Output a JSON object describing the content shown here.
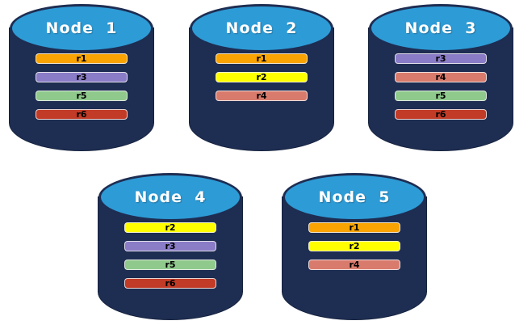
{
  "palette": {
    "background": "#FFFFFF",
    "cylinder_body": "#1E2D52",
    "cylinder_top_fill": "#2D9BD6",
    "cylinder_rim": "#1E2D52",
    "title_text": "#FFFFFF",
    "bar_text": "#000000",
    "bar_border": "#F0F0F0"
  },
  "replica_colors": {
    "r1": "#F9A402",
    "r2": "#FFFF00",
    "r3": "#8A7CC6",
    "r4": "#D97B6C",
    "r5": "#8FCA8C",
    "r6": "#C23B26"
  },
  "nodes": [
    {
      "title": "Node  1",
      "replicas": [
        {
          "label": "r1",
          "color": "#F9A402"
        },
        {
          "label": "r3",
          "color": "#8A7CC6"
        },
        {
          "label": "r5",
          "color": "#8FCA8C"
        },
        {
          "label": "r6",
          "color": "#C23B26"
        }
      ]
    },
    {
      "title": "Node  2",
      "replicas": [
        {
          "label": "r1",
          "color": "#F9A402"
        },
        {
          "label": "r2",
          "color": "#FFFF00"
        },
        {
          "label": "r4",
          "color": "#D97B6C"
        }
      ]
    },
    {
      "title": "Node  3",
      "replicas": [
        {
          "label": "r3",
          "color": "#8A7CC6"
        },
        {
          "label": "r4",
          "color": "#D97B6C"
        },
        {
          "label": "r5",
          "color": "#8FCA8C"
        },
        {
          "label": "r6",
          "color": "#C23B26"
        }
      ]
    },
    {
      "title": "Node  4",
      "replicas": [
        {
          "label": "r2",
          "color": "#FFFF00"
        },
        {
          "label": "r3",
          "color": "#8A7CC6"
        },
        {
          "label": "r5",
          "color": "#8FCA8C"
        },
        {
          "label": "r6",
          "color": "#C23B26"
        }
      ]
    },
    {
      "title": "Node  5",
      "replicas": [
        {
          "label": "r1",
          "color": "#F9A402"
        },
        {
          "label": "r2",
          "color": "#FFFF00"
        },
        {
          "label": "r4",
          "color": "#D97B6C"
        }
      ]
    }
  ]
}
